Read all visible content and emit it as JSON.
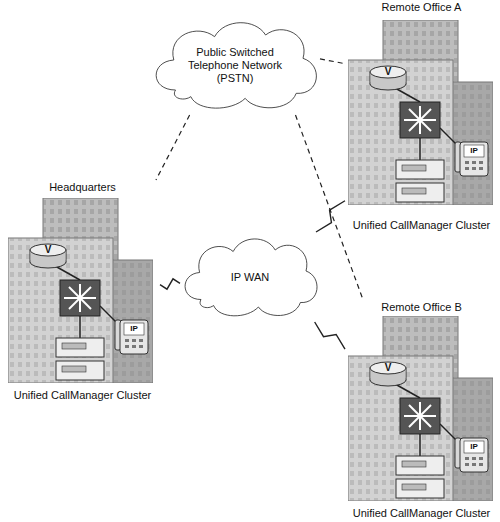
{
  "diagram": {
    "nodes": [
      {
        "text": [
          "Public Switched Telephone Network (PSTN)"
        ]
      },
      {
        "text": [
          "Remote Office A",
          "Unified CallManager Cluster"
        ]
      },
      {
        "text": [
          "Headquarters",
          "Unified CallManager Cluster"
        ]
      },
      {
        "text": [
          "IP WAN"
        ]
      },
      {
        "text": [
          "Remote Office B",
          "Unified CallManager Cluster"
        ]
      }
    ],
    "edges": [
      {
        "from": 0,
        "to": 1,
        "arrow": "none"
      },
      {
        "from": 0,
        "to": 2,
        "arrow": "none"
      },
      {
        "from": 0,
        "to": 4,
        "arrow": "none"
      },
      {
        "from": 3,
        "to": 2,
        "arrow": "none"
      },
      {
        "from": 3,
        "to": 1,
        "arrow": "none"
      },
      {
        "from": 3,
        "to": 4,
        "arrow": "none"
      }
    ],
    "labels": [
      "V",
      "IP",
      "V",
      "IP",
      "V",
      "IP"
    ]
  }
}
